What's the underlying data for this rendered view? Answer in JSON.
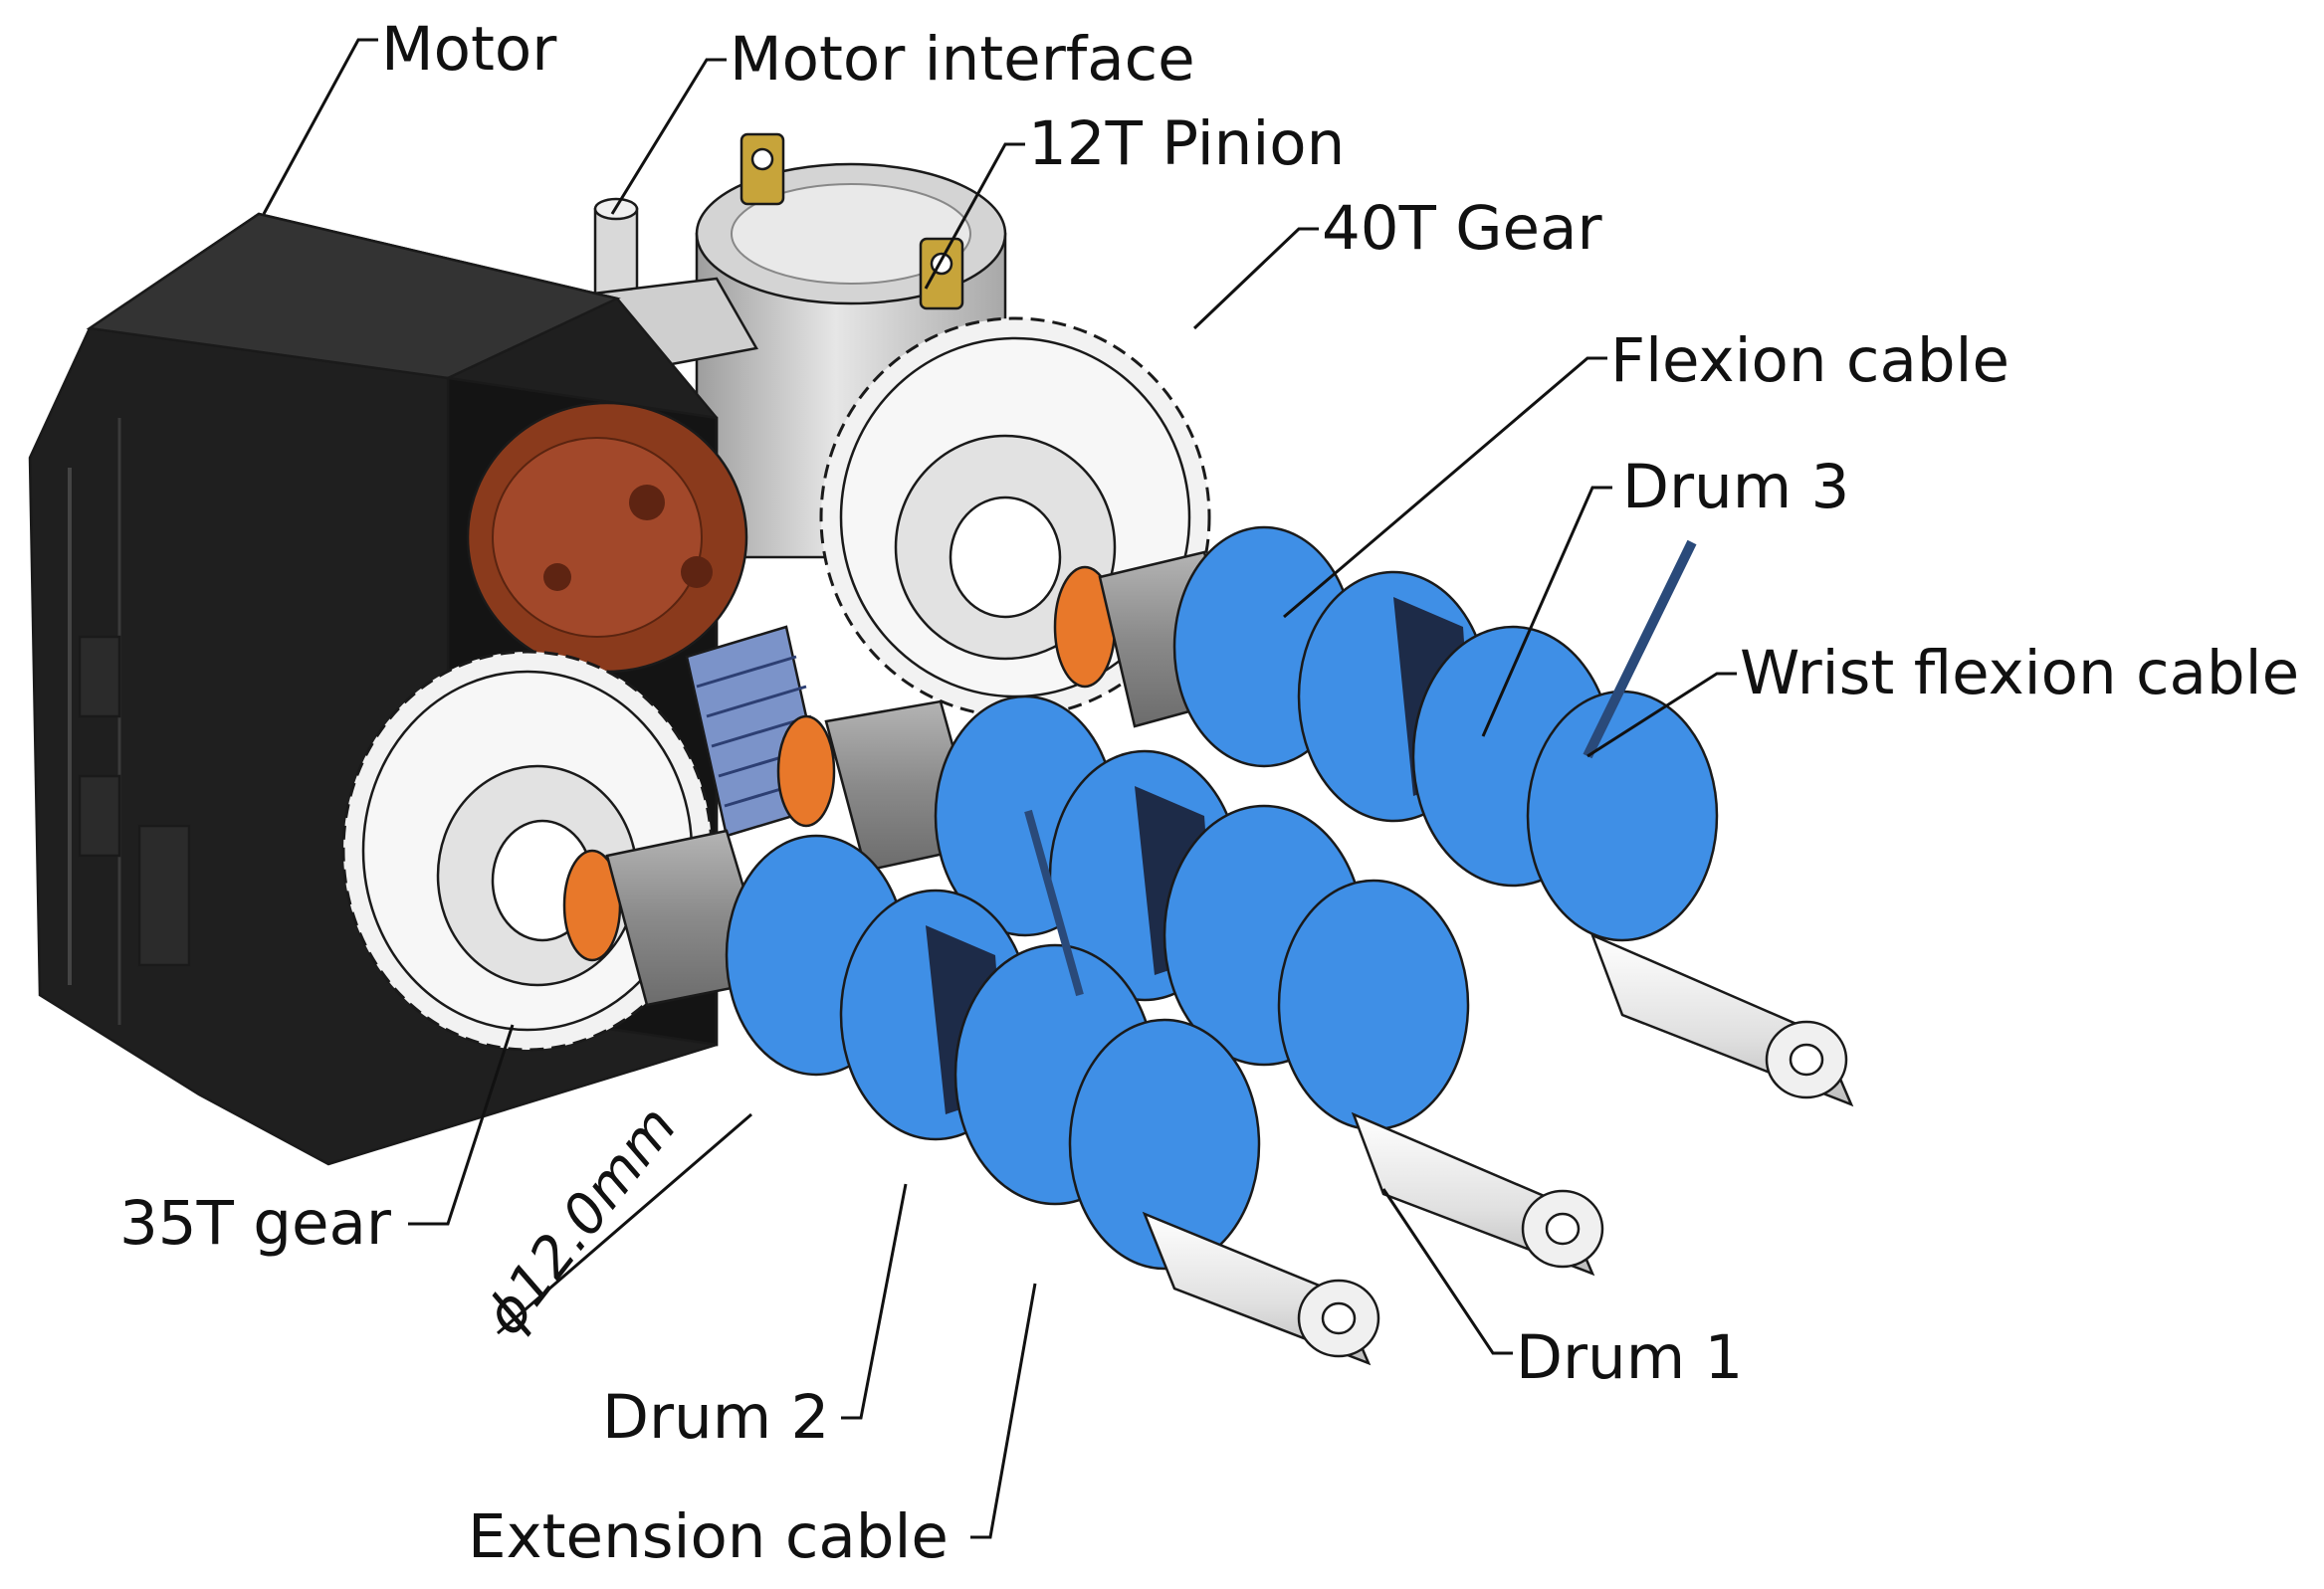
{
  "colors": {
    "motor_body": "#1f1f1f",
    "motor_cap": "#c9c9c9",
    "motor_interface": "#8a3a1c",
    "gear_white": "#f2f2f2",
    "pinion_blue": "#7b93c9",
    "spacer_grey": "#8c8c8c",
    "bearing_orange": "#e8782a",
    "drum_blue": "#3f8fe6",
    "shaft_light": "#e6e6e6",
    "cable_navy": "#2a4a7a"
  },
  "labels": {
    "motor": "Motor",
    "motor_interface": "Motor interface",
    "pinion": "12T Pinion",
    "gear_40t": "40T Gear",
    "flexion_cable": "Flexion cable",
    "drum3": "Drum 3",
    "wrist_flexion_cable": "Wrist flexion cable",
    "gear_35t": "35T gear",
    "diameter": "ϕ12.0mm",
    "drum1": "Drum 1",
    "drum2": "Drum 2",
    "extension_cable": "Extension cable"
  }
}
